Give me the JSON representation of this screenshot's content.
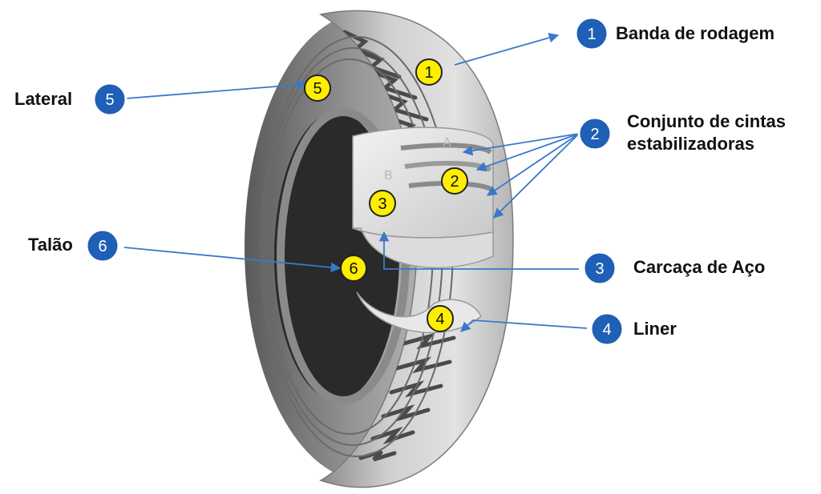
{
  "diagram": {
    "colors": {
      "blue_marker_fill": "#1f5fb5",
      "blue_marker_stroke": "#ffffff",
      "yellow_marker_fill": "#ffee00",
      "yellow_marker_stroke": "#222222",
      "arrow": "#3b78c9",
      "tire_light": "#d4d4d4",
      "tire_dark": "#6c6c6c",
      "inner_dark": "#2a2a2a"
    },
    "tire_letters": {
      "a": "A",
      "b": "B"
    },
    "parts": [
      {
        "number": "1",
        "label": "Banda de rodagem"
      },
      {
        "number": "2",
        "label_line1": "Conjunto de cintas",
        "label_line2": "estabilizadoras"
      },
      {
        "number": "3",
        "label": "Carcaça de Aço"
      },
      {
        "number": "4",
        "label": "Liner"
      },
      {
        "number": "5",
        "label": "Lateral"
      },
      {
        "number": "6",
        "label": "Talão"
      }
    ]
  }
}
